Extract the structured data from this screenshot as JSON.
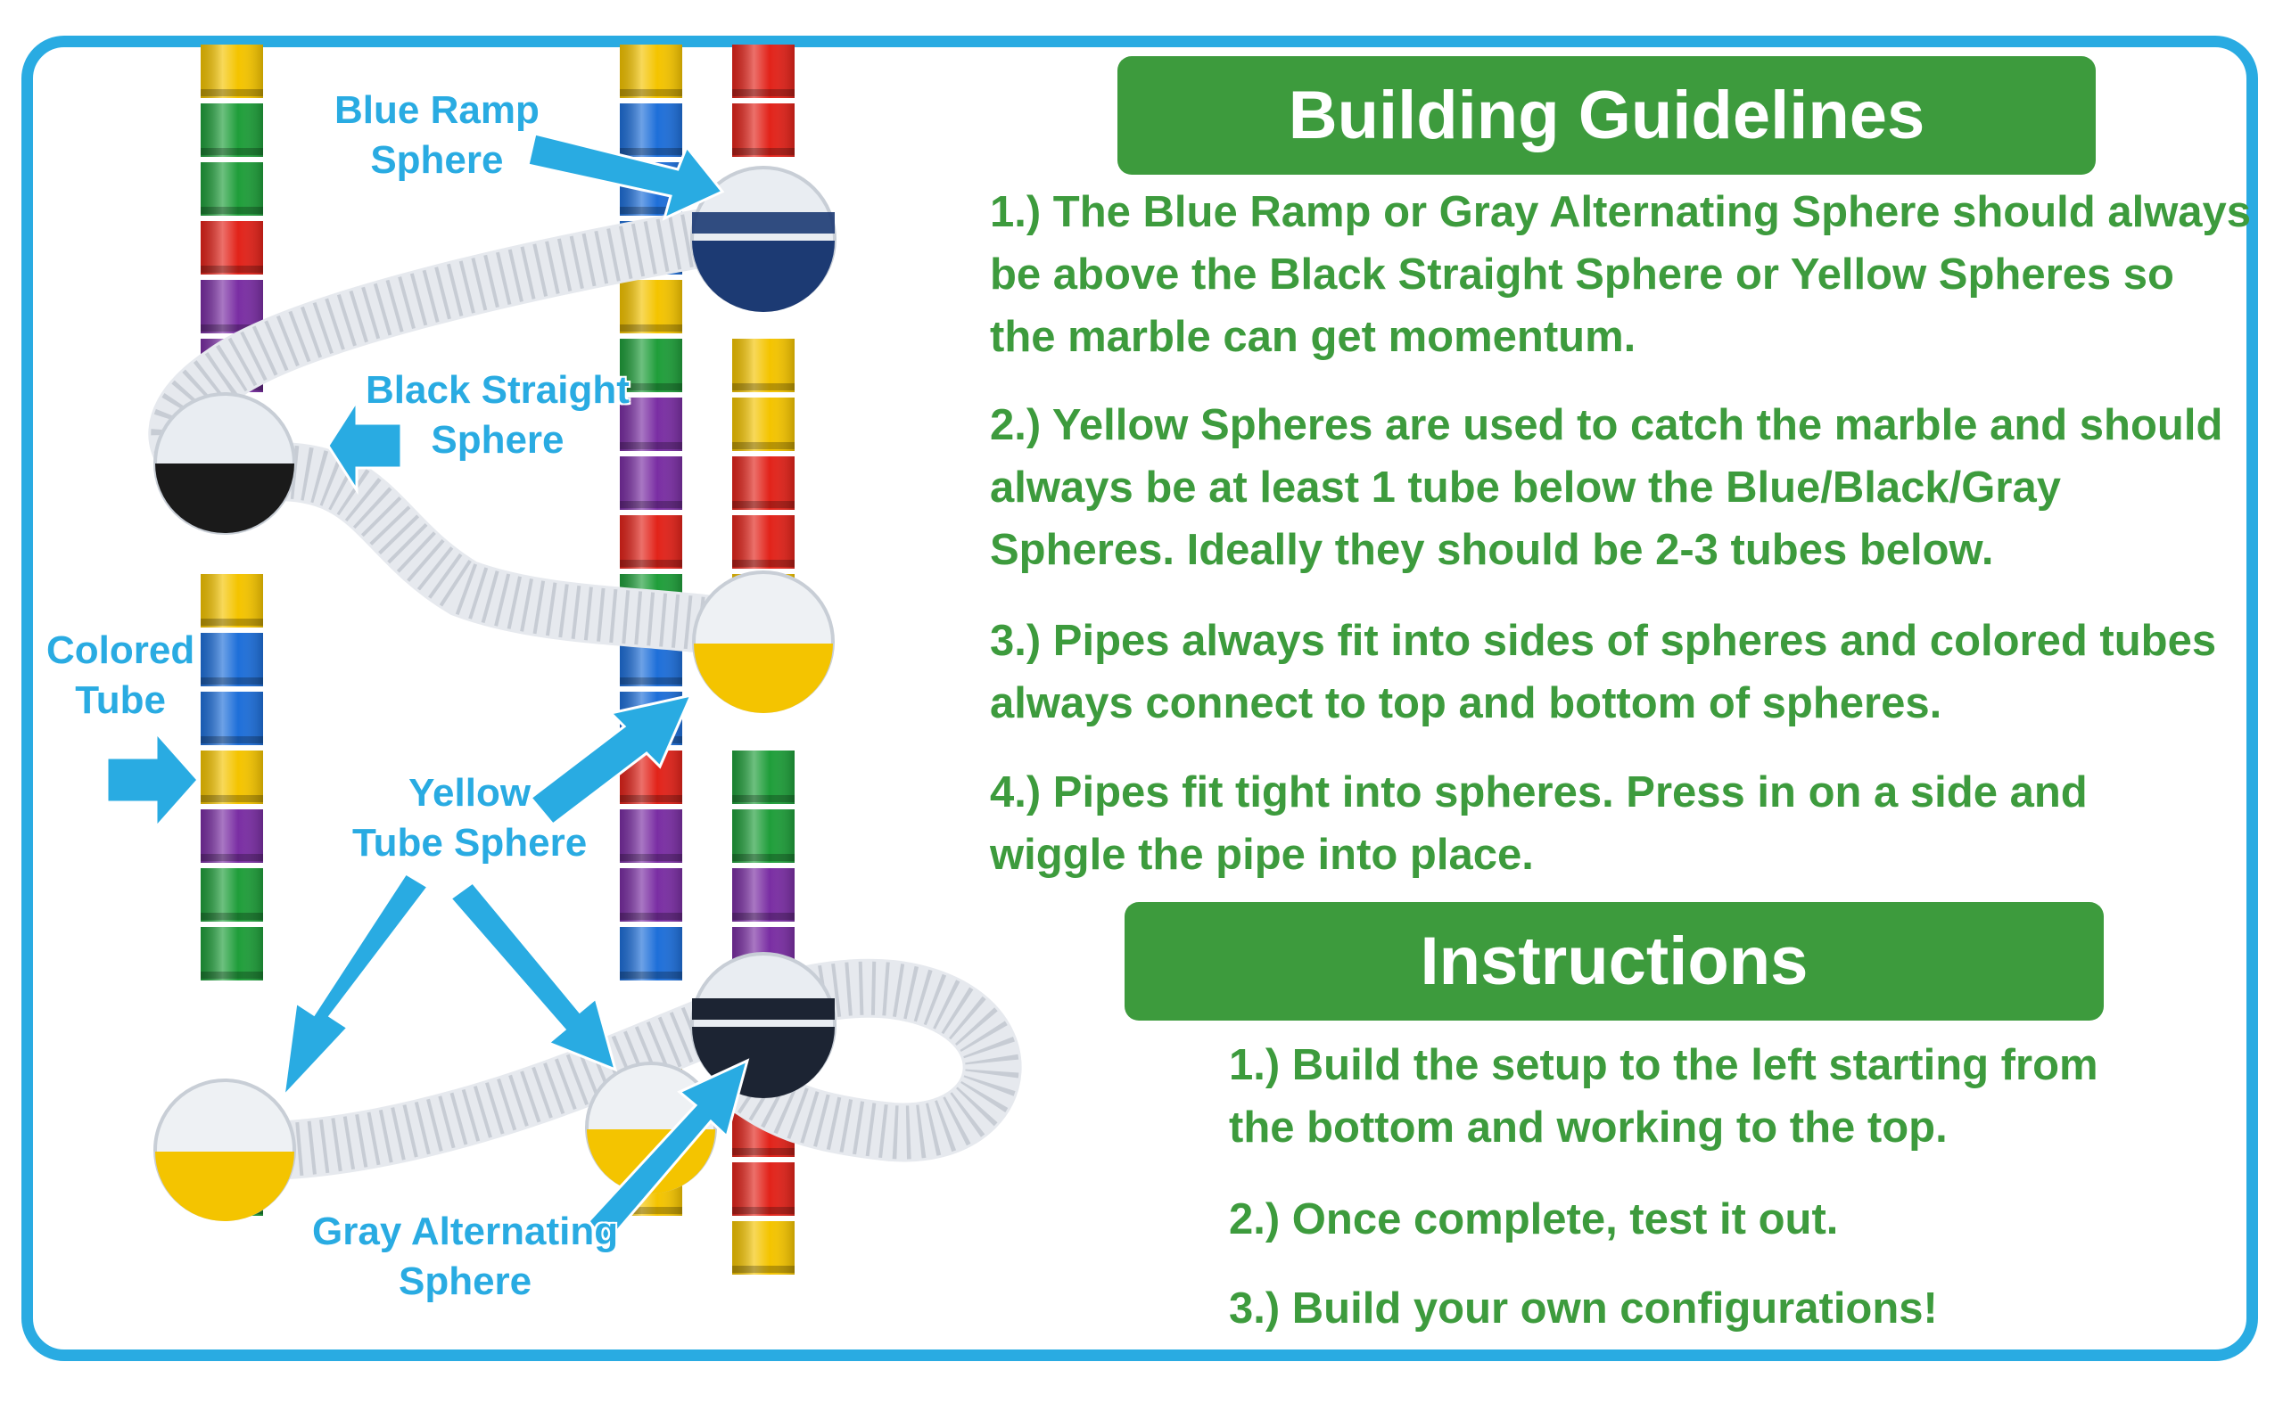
{
  "callouts": {
    "blue_ramp": [
      "Blue Ramp",
      "Sphere"
    ],
    "black_straight": [
      "Black Straight",
      "Sphere"
    ],
    "colored_tube": [
      "Colored",
      "Tube"
    ],
    "yellow_tube": [
      "Yellow",
      "Tube Sphere"
    ],
    "gray_alternating": [
      "Gray Alternating",
      "Sphere"
    ]
  },
  "guidelines": {
    "title": "Building Guidelines",
    "items": [
      [
        "1.) The Blue Ramp or Gray Alternating Sphere should always",
        "be above the Black Straight Sphere or Yellow Spheres so",
        "the marble can get momentum."
      ],
      [
        "2.) Yellow Spheres are used to catch the marble and should",
        "always be at least 1 tube below the Blue/Black/Gray",
        "Spheres.  Ideally they should be 2-3 tubes below."
      ],
      [
        "3.) Pipes always fit into sides of spheres and colored tubes",
        "always connect to top and bottom of spheres."
      ],
      [
        "4.) Pipes fit tight into spheres.  Press in on a side and",
        "wiggle the pipe into place."
      ]
    ]
  },
  "instructions": {
    "title": "Instructions",
    "items": [
      [
        "1.) Build the setup to the left starting from",
        "the bottom and working to the top."
      ],
      [
        "2.) Once complete, test it out."
      ],
      [
        "3.) Build your own configurations!"
      ]
    ]
  },
  "colors": {
    "accent_blue": "#29abe2",
    "green": "#3d9b3d",
    "tube_colors": [
      "#f4c400",
      "#1f9e3a",
      "#e2231a",
      "#7a2ea3",
      "#1e6fd9"
    ]
  }
}
